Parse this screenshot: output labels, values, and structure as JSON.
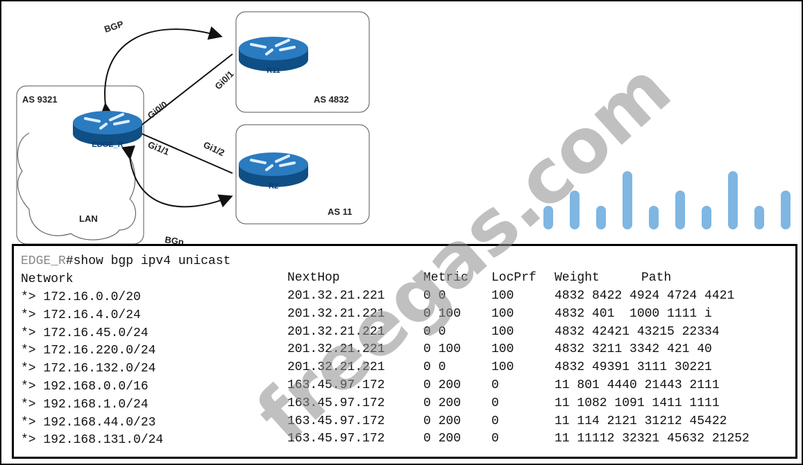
{
  "diagram": {
    "as_left": "AS 9321",
    "as_top": "AS 4832",
    "as_bottom": "AS 11",
    "router_edge": "EDGE_R",
    "router_r11": "R11",
    "router_r2": "R2",
    "lan": "LAN",
    "bgp_top": "BGP",
    "bgp_bottom": "BGp",
    "if_gi00": "Gi0/0",
    "if_gi01": "Gi0/1",
    "if_gi11": "Gi1/1",
    "if_gi12": "Gi1/2",
    "router_color": "#1d6fb0"
  },
  "cli": {
    "prompt_host": "EDGE_R",
    "prompt_cmd": "#show bgp ipv4 unicast",
    "headers": {
      "network": "Network",
      "nexthop": "NextHop",
      "metric": "Metric",
      "locprf": "LocPrf",
      "weight": "Weight",
      "path": "Path"
    },
    "rows": [
      {
        "network": "*> 172.16.0.0/20",
        "nexthop": "201.32.21.221",
        "metric": "0 0",
        "locprf": "100",
        "path": "4832 8422 4924 4724 4421"
      },
      {
        "network": "*> 172.16.4.0/24",
        "nexthop": "201.32.21.221",
        "metric": "0 100",
        "locprf": "100",
        "path": "4832 401  1000 1111 i"
      },
      {
        "network": "*> 172.16.45.0/24",
        "nexthop": "201.32.21.221",
        "metric": "0 0",
        "locprf": "100",
        "path": "4832 42421 43215 22334"
      },
      {
        "network": "*> 172.16.220.0/24",
        "nexthop": "201.32.21.221",
        "metric": "0 100",
        "locprf": "100",
        "path": "4832 3211 3342 421 40"
      },
      {
        "network": "*> 172.16.132.0/24",
        "nexthop": "201.32.21.221",
        "metric": "0 0",
        "locprf": "100",
        "path": "4832 49391 3111 30221"
      },
      {
        "network": "*> 192.168.0.0/16",
        "nexthop": "163.45.97.172",
        "metric": "0 200",
        "locprf": "0",
        "path": "11 801 4440 21443 2111"
      },
      {
        "network": "*> 192.168.1.0/24",
        "nexthop": "163.45.97.172",
        "metric": "0 200",
        "locprf": "0",
        "path": "11 1082 1091 1411 1111"
      },
      {
        "network": "*> 192.168.44.0/23",
        "nexthop": "163.45.97.172",
        "metric": "0 200",
        "locprf": "0",
        "path": "11 114 2121 31212 45422"
      },
      {
        "network": "*> 192.168.131.0/24",
        "nexthop": "163.45.97.172",
        "metric": "0 200",
        "locprf": "0",
        "path": "11 11112 32321 45632 21252"
      }
    ]
  },
  "watermark": {
    "site": "freegas.com",
    "logo": "CISCO",
    "logo_color": "#7fb6e2"
  }
}
